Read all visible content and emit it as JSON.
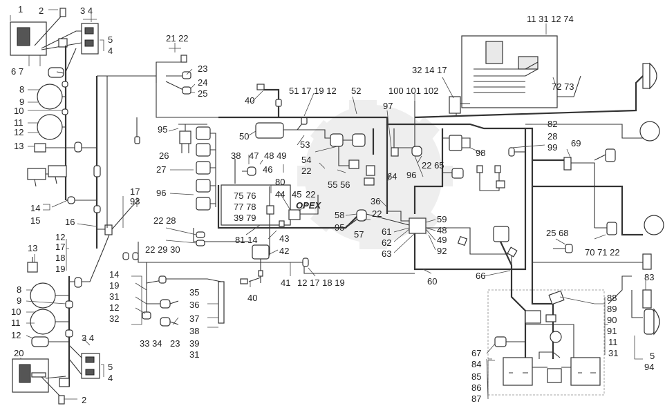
{
  "watermark": "OPEX",
  "callouts": [
    {
      "id": "c1",
      "text": "1"
    },
    {
      "id": "c2",
      "text": "2"
    },
    {
      "id": "c3",
      "text": "3 4"
    },
    {
      "id": "c4",
      "text": "5"
    },
    {
      "id": "c5",
      "text": "4"
    },
    {
      "id": "c6",
      "text": "6 7"
    },
    {
      "id": "c7",
      "text": "8"
    },
    {
      "id": "c8",
      "text": "9"
    },
    {
      "id": "c9",
      "text": "10"
    },
    {
      "id": "c10",
      "text": "11"
    },
    {
      "id": "c11",
      "text": "12"
    },
    {
      "id": "c12",
      "text": "13"
    },
    {
      "id": "c13",
      "text": "14"
    },
    {
      "id": "c14",
      "text": "15"
    },
    {
      "id": "c15",
      "text": "16"
    },
    {
      "id": "c16",
      "text": "13"
    },
    {
      "id": "c17",
      "text": "12"
    },
    {
      "id": "c18",
      "text": "17"
    },
    {
      "id": "c19",
      "text": "18"
    },
    {
      "id": "c20",
      "text": "19"
    },
    {
      "id": "c21",
      "text": "8"
    },
    {
      "id": "c22",
      "text": "9"
    },
    {
      "id": "c23",
      "text": "10"
    },
    {
      "id": "c24",
      "text": "11"
    },
    {
      "id": "c25",
      "text": "12"
    },
    {
      "id": "c26",
      "text": "20"
    },
    {
      "id": "c27",
      "text": "3 4"
    },
    {
      "id": "c28",
      "text": "5"
    },
    {
      "id": "c29",
      "text": "4"
    },
    {
      "id": "c30",
      "text": "2"
    },
    {
      "id": "c31",
      "text": "21 22"
    },
    {
      "id": "c32",
      "text": "23"
    },
    {
      "id": "c33",
      "text": "24"
    },
    {
      "id": "c34",
      "text": "25"
    },
    {
      "id": "c35",
      "text": "95"
    },
    {
      "id": "c36",
      "text": "26"
    },
    {
      "id": "c37",
      "text": "27"
    },
    {
      "id": "c38",
      "text": "96"
    },
    {
      "id": "c39",
      "text": "17"
    },
    {
      "id": "c40",
      "text": "93"
    },
    {
      "id": "c41",
      "text": "22 28"
    },
    {
      "id": "c42",
      "text": "22 29 30"
    },
    {
      "id": "c43",
      "text": "14"
    },
    {
      "id": "c44",
      "text": "19"
    },
    {
      "id": "c45",
      "text": "31"
    },
    {
      "id": "c46",
      "text": "12"
    },
    {
      "id": "c47",
      "text": "32"
    },
    {
      "id": "c48",
      "text": "35"
    },
    {
      "id": "c49",
      "text": "33 34"
    },
    {
      "id": "c50",
      "text": "23"
    },
    {
      "id": "c51",
      "text": "36"
    },
    {
      "id": "c52",
      "text": "37"
    },
    {
      "id": "c53",
      "text": "38"
    },
    {
      "id": "c54",
      "text": "39"
    },
    {
      "id": "c55",
      "text": "31"
    },
    {
      "id": "c56",
      "text": "40"
    },
    {
      "id": "c57",
      "text": "51 17 19 12"
    },
    {
      "id": "c58",
      "text": "52"
    },
    {
      "id": "c59",
      "text": "50"
    },
    {
      "id": "c60",
      "text": "53"
    },
    {
      "id": "c61",
      "text": "38"
    },
    {
      "id": "c62",
      "text": "47"
    },
    {
      "id": "c63",
      "text": "48 49"
    },
    {
      "id": "c64",
      "text": "46"
    },
    {
      "id": "c65",
      "text": "54"
    },
    {
      "id": "c66",
      "text": "22"
    },
    {
      "id": "c67",
      "text": "55 56"
    },
    {
      "id": "c68",
      "text": "80"
    },
    {
      "id": "c69",
      "text": "44"
    },
    {
      "id": "c70",
      "text": "45"
    },
    {
      "id": "c71",
      "text": "22"
    },
    {
      "id": "c72",
      "text": "75 76"
    },
    {
      "id": "c73",
      "text": "77 78"
    },
    {
      "id": "c74",
      "text": "39 79"
    },
    {
      "id": "c75",
      "text": "81 14"
    },
    {
      "id": "c76",
      "text": "43"
    },
    {
      "id": "c77",
      "text": "42"
    },
    {
      "id": "c78",
      "text": "41"
    },
    {
      "id": "c79",
      "text": "12 17 18 19"
    },
    {
      "id": "c80",
      "text": "40"
    },
    {
      "id": "c81",
      "text": "100 101 102"
    },
    {
      "id": "c82",
      "text": "97"
    },
    {
      "id": "c83",
      "text": "22 65"
    },
    {
      "id": "c84",
      "text": "96"
    },
    {
      "id": "c85",
      "text": "64"
    },
    {
      "id": "c86",
      "text": "36"
    },
    {
      "id": "c87",
      "text": "58"
    },
    {
      "id": "c88",
      "text": "22"
    },
    {
      "id": "c89",
      "text": "95"
    },
    {
      "id": "c90",
      "text": "57"
    },
    {
      "id": "c91",
      "text": "61"
    },
    {
      "id": "c92",
      "text": "62"
    },
    {
      "id": "c93",
      "text": "63"
    },
    {
      "id": "c94",
      "text": "59"
    },
    {
      "id": "c95",
      "text": "48"
    },
    {
      "id": "c96",
      "text": "49"
    },
    {
      "id": "c97",
      "text": "92"
    },
    {
      "id": "c98",
      "text": "60"
    },
    {
      "id": "c99",
      "text": "32 14 17"
    },
    {
      "id": "c100",
      "text": "11 31 12 74"
    },
    {
      "id": "c101",
      "text": "72 73"
    },
    {
      "id": "c102",
      "text": "82"
    },
    {
      "id": "c103",
      "text": "28"
    },
    {
      "id": "c104",
      "text": "99"
    },
    {
      "id": "c105",
      "text": "98"
    },
    {
      "id": "c106",
      "text": "69"
    },
    {
      "id": "c107",
      "text": "25 68"
    },
    {
      "id": "c108",
      "text": "70 71 22"
    },
    {
      "id": "c109",
      "text": "66"
    },
    {
      "id": "c110",
      "text": "83"
    },
    {
      "id": "c111",
      "text": "88"
    },
    {
      "id": "c112",
      "text": "89"
    },
    {
      "id": "c113",
      "text": "90"
    },
    {
      "id": "c114",
      "text": "91"
    },
    {
      "id": "c115",
      "text": "11"
    },
    {
      "id": "c116",
      "text": "31"
    },
    {
      "id": "c117",
      "text": "5"
    },
    {
      "id": "c118",
      "text": "94"
    },
    {
      "id": "c119",
      "text": "67"
    },
    {
      "id": "c120",
      "text": "84"
    },
    {
      "id": "c121",
      "text": "85"
    },
    {
      "id": "c122",
      "text": "86"
    },
    {
      "id": "c123",
      "text": "87"
    }
  ]
}
